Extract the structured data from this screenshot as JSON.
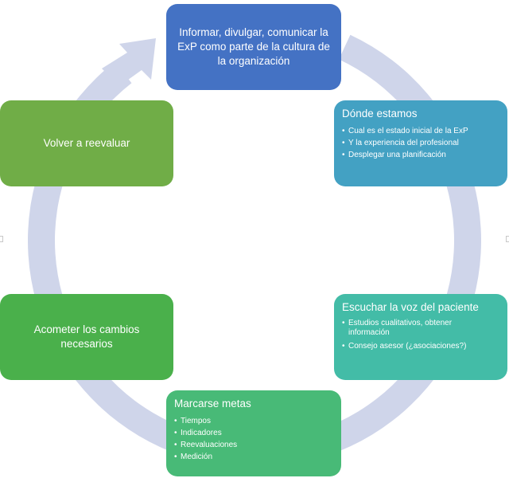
{
  "diagram": {
    "type": "cycle",
    "ring_color": "#CFD5EA",
    "steps": [
      {
        "id": "informar",
        "text": "Informar, divulgar, comunicar la ExP como parte de la cultura de la organización",
        "color": "#4472C4",
        "bullets": []
      },
      {
        "id": "donde-estamos",
        "text": "Dónde estamos",
        "color": "#43A1C3",
        "bullets": [
          "Cual es el estado inicial de la ExP",
          "Y la experiencia del profesional",
          "Desplegar una planificación"
        ]
      },
      {
        "id": "escuchar",
        "text": "Escuchar la voz del paciente",
        "color": "#43BCA7",
        "bullets": [
          "Estudios cualitativos, obtener información",
          "Consejo asesor (¿asociaciones?)"
        ]
      },
      {
        "id": "metas",
        "text": "Marcarse metas",
        "color": "#48BA77",
        "bullets": [
          "Tiempos",
          "Indicadores",
          "Reevaluaciones",
          "Medición"
        ]
      },
      {
        "id": "acometer",
        "text": "Acometer los cambios necesarios",
        "color": "#4AB04B",
        "bullets": []
      },
      {
        "id": "reevaluar",
        "text": "Volver a reevaluar",
        "color": "#70AD47",
        "bullets": []
      }
    ]
  }
}
